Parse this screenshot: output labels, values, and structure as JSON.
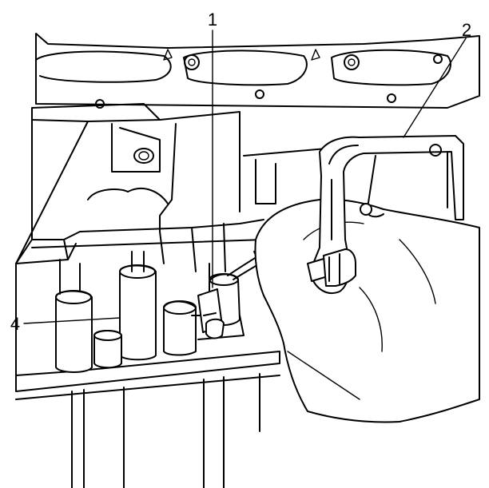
{
  "callouts": [
    {
      "id": "1",
      "label": "1"
    },
    {
      "id": "2",
      "label": "2"
    },
    {
      "id": "4",
      "label": "4"
    }
  ]
}
